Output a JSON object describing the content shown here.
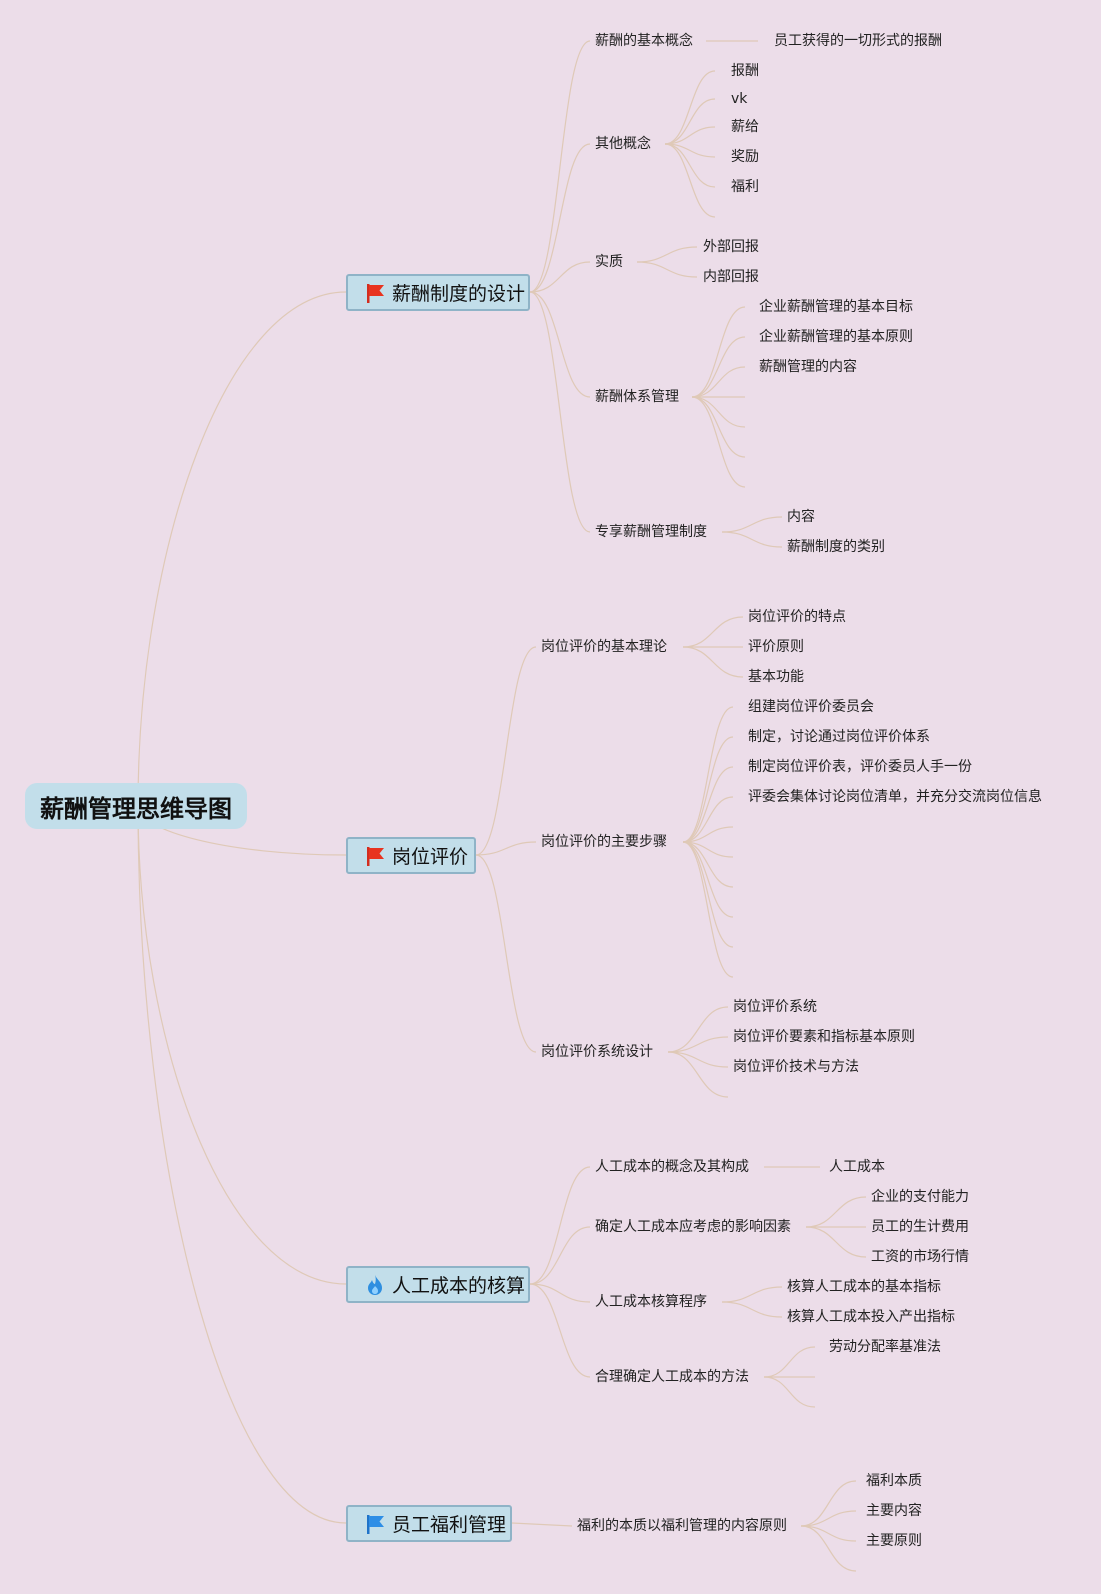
{
  "root": {
    "title": "薪酬管理思维导图"
  },
  "branches": [
    {
      "label": "薪酬制度的设计",
      "icon": "red-flag-icon",
      "children": [
        {
          "label": "薪酬的基本概念",
          "children": [
            "员工获得的一切形式的报酬"
          ]
        },
        {
          "label": "其他概念",
          "children": [
            "报酬",
            "vk",
            "薪给",
            "奖励",
            "福利"
          ]
        },
        {
          "label": "实质",
          "children": [
            "外部回报",
            "内部回报"
          ]
        },
        {
          "label": "薪酬体系管理",
          "children": [
            "企业薪酬管理的基本目标",
            "企业薪酬管理的基本原则",
            "薪酬管理的内容"
          ]
        },
        {
          "label": "专享薪酬管理制度",
          "children": [
            "内容",
            "薪酬制度的类别"
          ]
        }
      ]
    },
    {
      "label": "岗位评价",
      "icon": "red-flag-icon",
      "children": [
        {
          "label": "岗位评价的基本理论",
          "children": [
            "岗位评价的特点",
            "评价原则",
            "基本功能"
          ]
        },
        {
          "label": "岗位评价的主要步骤",
          "children": [
            "组建岗位评价委员会",
            "制定，讨论通过岗位评价体系",
            "制定岗位评价表，评价委员人手一份",
            "评委会集体讨论岗位清单，并充分交流岗位信息"
          ]
        },
        {
          "label": "岗位评价系统设计",
          "children": [
            "岗位评价系统",
            "岗位评价要素和指标基本原则",
            "岗位评价技术与方法"
          ]
        }
      ]
    },
    {
      "label": "人工成本的核算",
      "icon": "fire-icon",
      "children": [
        {
          "label": "人工成本的概念及其构成",
          "children": [
            "人工成本"
          ]
        },
        {
          "label": "确定人工成本应考虑的影响因素",
          "children": [
            "企业的支付能力",
            "员工的生计费用",
            "工资的市场行情"
          ]
        },
        {
          "label": "人工成本核算程序",
          "children": [
            "核算人工成本的基本指标",
            "核算人工成本投入产出指标"
          ]
        },
        {
          "label": "合理确定人工成本的方法",
          "children": [
            "劳动分配率基准法"
          ]
        }
      ]
    },
    {
      "label": "员工福利管理",
      "icon": "blue-flag-icon",
      "children": [
        {
          "label": "福利的本质以福利管理的内容原则",
          "children": [
            "福利本质",
            "主要内容",
            "主要原则"
          ]
        }
      ]
    }
  ]
}
